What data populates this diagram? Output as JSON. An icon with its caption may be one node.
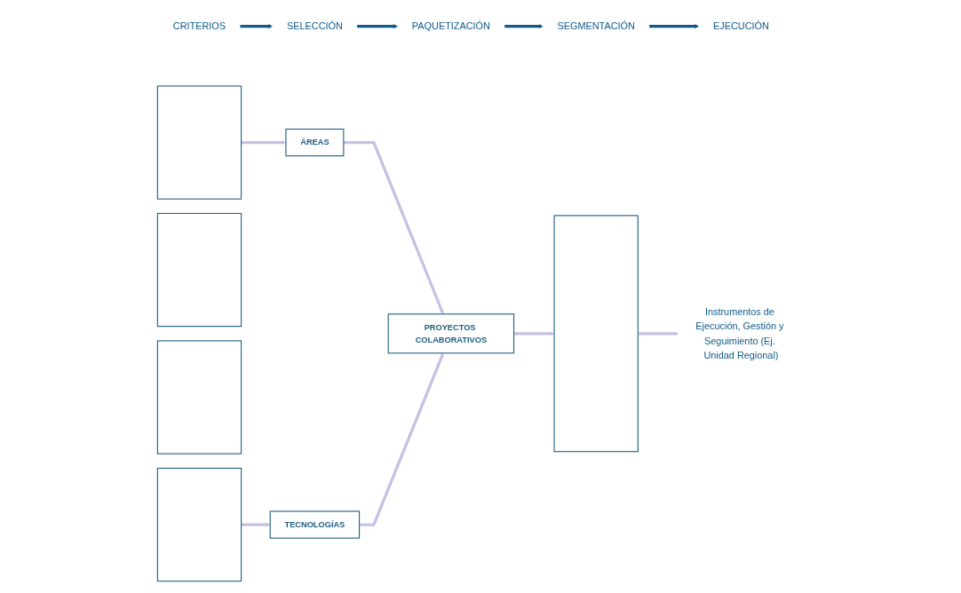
{
  "diagram": {
    "nodes": [
      {
        "text": [
          "CRITERIOS"
        ]
      },
      {
        "text": [
          "SELECCIÓN"
        ]
      },
      {
        "text": [
          "PAQUETIZACIÓN"
        ]
      },
      {
        "text": [
          "SEGMENTACIÓN"
        ]
      },
      {
        "text": [
          "EJECUCIÓN"
        ]
      },
      {
        "text": [],
        "shape": "box"
      },
      {
        "text": [],
        "shape": "box"
      },
      {
        "text": [
          "ÁREAS"
        ]
      },
      {
        "text": [],
        "shape": "box"
      },
      {
        "text": [
          "TECNOLOGÍAS"
        ]
      },
      {
        "text": [],
        "shape": "box"
      },
      {
        "text": [
          "PROYECTOS COLABORATIVOS"
        ]
      },
      {
        "text": [],
        "shape": "bar"
      },
      {
        "text": [
          "Instrumentos de Ejecución, Gestión y Seguimiento (Ej. Unidad Regional)"
        ]
      }
    ],
    "edges": [
      {
        "from": 0,
        "to": 1,
        "arrow": "to",
        "color": "#0e5a8a"
      },
      {
        "from": 1,
        "to": 2,
        "arrow": "to",
        "color": "#0e5a8a"
      },
      {
        "from": 2,
        "to": 3,
        "arrow": "to",
        "color": "#0e5a8a"
      },
      {
        "from": 3,
        "to": 4,
        "arrow": "to",
        "color": "#0e5a8a"
      },
      {
        "from": 5,
        "to": 7,
        "arrow": "to"
      },
      {
        "from": 10,
        "to": 9,
        "arrow": "to"
      },
      {
        "from": 7,
        "to": 11,
        "arrow": "to"
      },
      {
        "from": 9,
        "to": 11,
        "arrow": "to"
      },
      {
        "from": 11,
        "to": 12,
        "arrow": "to"
      },
      {
        "from": 12,
        "to": 13,
        "arrow": "to"
      }
    ]
  }
}
